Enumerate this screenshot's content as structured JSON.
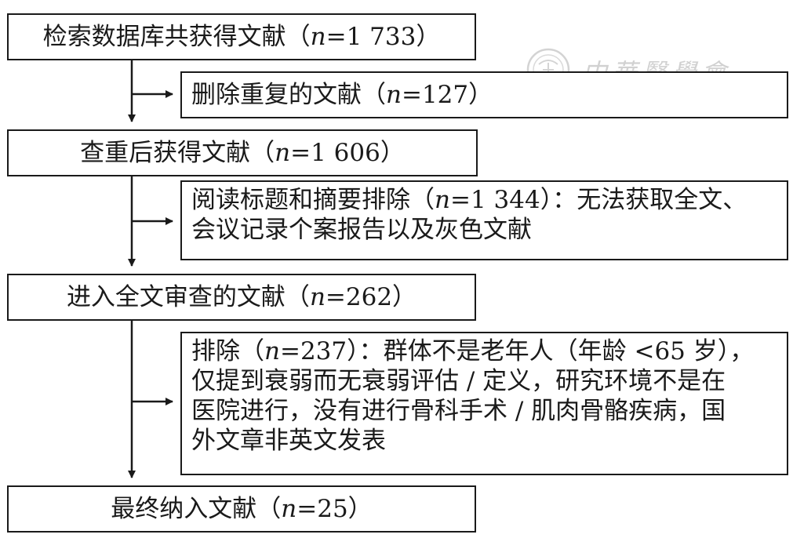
{
  "watermark": {
    "text": "中華醫學會"
  },
  "boxes": {
    "b1": {
      "label": "检索数据库共获得文献（",
      "n": "n",
      "value": "=1 733）"
    },
    "b2": {
      "label": "删除重复的文献（",
      "n": "n",
      "value": "=127）"
    },
    "b3": {
      "label": "查重后获得文献（",
      "n": "n",
      "value": "=1 606）"
    },
    "b4": {
      "line1_label": "阅读标题和摘要排除（",
      "n": "n",
      "line1_value": "=1 344）：无法获取全文、",
      "line2": "会议记录个案报告以及灰色文献"
    },
    "b5": {
      "label": "进入全文审查的文献（",
      "n": "n",
      "value": "=262）"
    },
    "b6": {
      "line1_label": "排除（",
      "n": "n",
      "line1_value": "=237）：群体不是老年人（年龄 <65 岁），",
      "line2": "仅提到衰弱而无衰弱评估 / 定义，研究环境不是在",
      "line3": "医院进行，没有进行骨科手术 / 肌肉骨骼疾病，国",
      "line4": "外文章非英文发表"
    },
    "b7": {
      "label": "最终纳入文献（",
      "n": "n",
      "value": "=25）"
    }
  }
}
